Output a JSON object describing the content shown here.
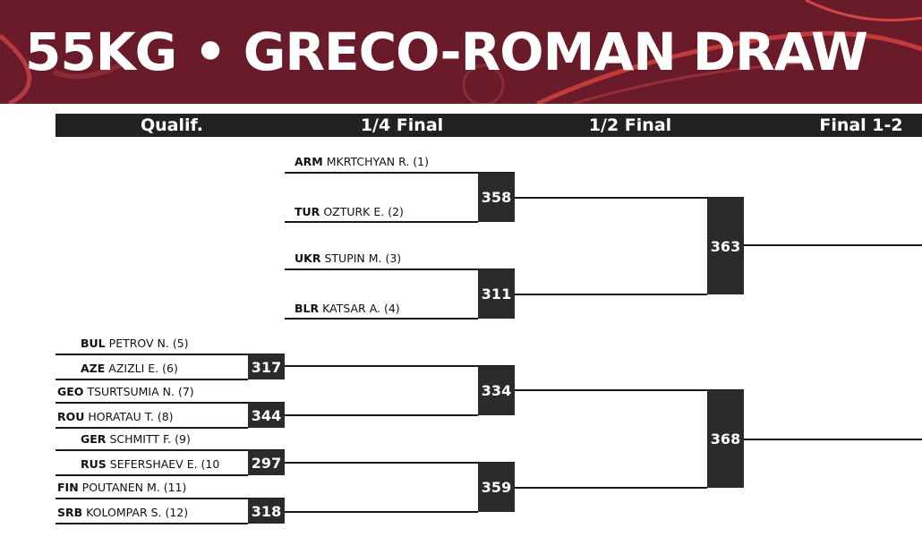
{
  "title": "55KG • GRECO-ROMAN DRAW",
  "colors": {
    "banner": "#6a1b2a",
    "accent": "#c23a3a",
    "bar": "#222222",
    "box": "#2b2b2b"
  },
  "rounds": [
    "Qualif.",
    "1/4 Final",
    "1/2 Final",
    "Final 1-2"
  ],
  "athletes": [
    {
      "country": "ARM",
      "name": "MKRTCHYAN R. (1)"
    },
    {
      "country": "TUR",
      "name": "OZTURK E. (2)"
    },
    {
      "country": "UKR",
      "name": "STUPIN M. (3)"
    },
    {
      "country": "BLR",
      "name": "KATSAR A. (4)"
    },
    {
      "country": "BUL",
      "name": "PETROV N. (5)"
    },
    {
      "country": "AZE",
      "name": "AZIZLI E. (6)"
    },
    {
      "country": "GEO",
      "name": "TSURTSUMIA N. (7)"
    },
    {
      "country": "ROU",
      "name": "HORATAU T. (8)"
    },
    {
      "country": "GER",
      "name": "SCHMITT F. (9)"
    },
    {
      "country": "RUS",
      "name": "SEFERSHAEV E. (10"
    },
    {
      "country": "FIN",
      "name": "POUTANEN M. (11)"
    },
    {
      "country": "SRB",
      "name": "KOLOMPAR S. (12)"
    }
  ],
  "bouts": {
    "q1": "317",
    "q2": "344",
    "q3": "297",
    "q4": "318",
    "qf1": "358",
    "qf2": "311",
    "qf3": "334",
    "qf4": "359",
    "sf1": "363",
    "sf2": "368"
  }
}
